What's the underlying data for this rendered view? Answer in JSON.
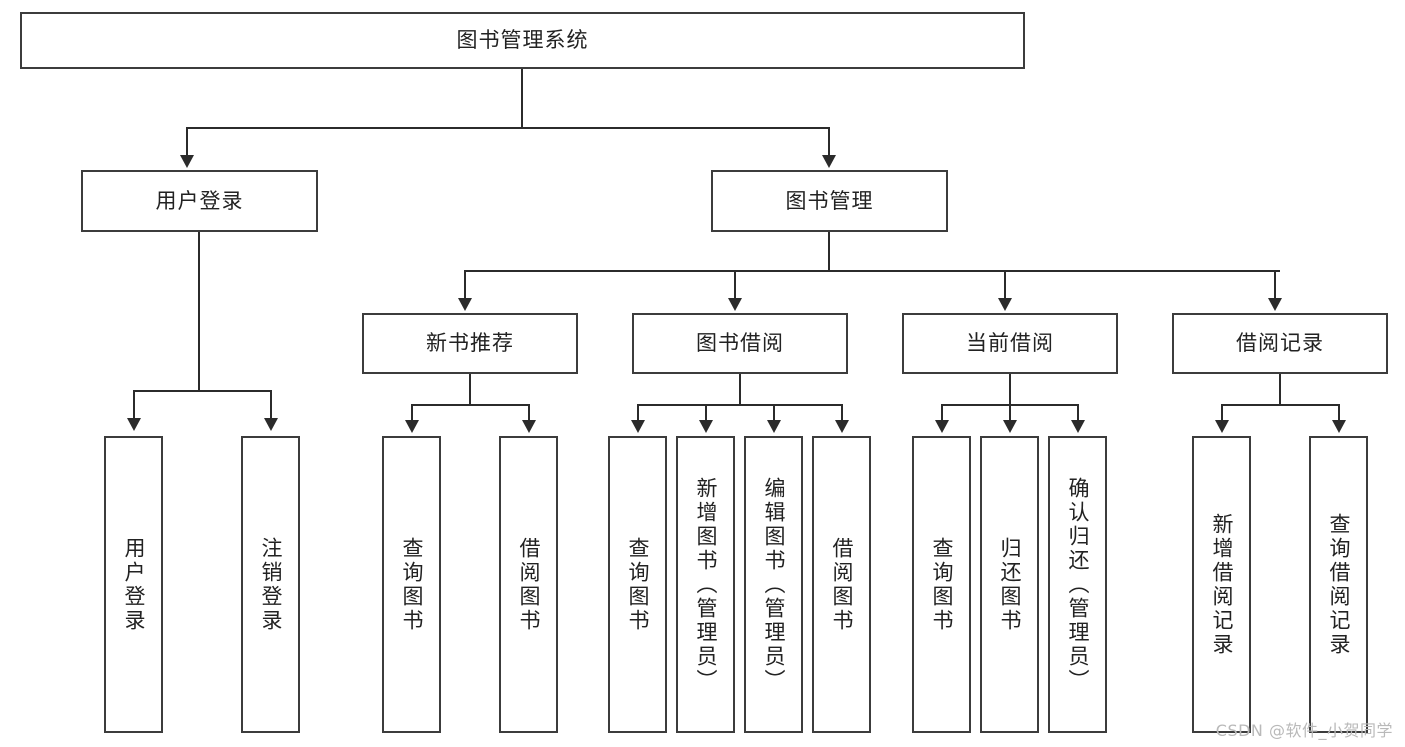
{
  "diagram": {
    "title": "图书管理系统",
    "type": "tree",
    "watermark": "CSDN @软件_小贺同学",
    "colors": {
      "box_border": "#3c3c3c",
      "line": "#2b2b2b",
      "background": "#ffffff",
      "text": "#222222",
      "watermark": "#b9b9b9"
    },
    "root": {
      "label": "图书管理系统"
    },
    "level2": [
      {
        "label": "用户登录"
      },
      {
        "label": "图书管理"
      }
    ],
    "level3": [
      {
        "label": "新书推荐"
      },
      {
        "label": "图书借阅"
      },
      {
        "label": "当前借阅"
      },
      {
        "label": "借阅记录"
      }
    ],
    "leaves": {
      "user_login": [
        {
          "label": "用户登录"
        },
        {
          "label": "注销登录"
        }
      ],
      "new_book": [
        {
          "label": "查询图书"
        },
        {
          "label": "借阅图书"
        }
      ],
      "book_borrow": [
        {
          "label": "查询图书"
        },
        {
          "label": "新增图书（管理员）"
        },
        {
          "label": "编辑图书（管理员）"
        },
        {
          "label": "借阅图书"
        }
      ],
      "current_borrow": [
        {
          "label": "查询图书"
        },
        {
          "label": "归还图书"
        },
        {
          "label": "确认归还（管理员）"
        }
      ],
      "borrow_record": [
        {
          "label": "新增借阅记录"
        },
        {
          "label": "查询借阅记录"
        }
      ]
    }
  }
}
